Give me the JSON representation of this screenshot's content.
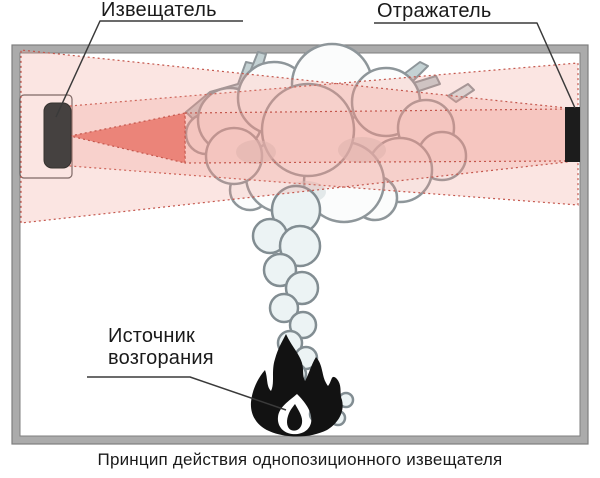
{
  "labels": {
    "detector": "Извещатель",
    "reflector": "Отражатель",
    "fire_source_line1": "Источник",
    "fire_source_line2": "возгорания"
  },
  "caption": "Принцип действия однопозиционного извещателя",
  "colors": {
    "wall_fill": "#ababab",
    "wall_edge": "#7f7f7f",
    "detector_body": "#454140",
    "reflector_body": "#1c1c1c",
    "beam_red": "#e97d72",
    "beam_pink": "#ee9689",
    "beam_dotted_border": "#c4574d",
    "smoke_outline": "#8e969a",
    "smoke_fill": "#fbfcfc",
    "smoke_column_fill": "#ecf3f4",
    "smoke_wisp_fill": "#c4d2d4",
    "flame": "#121212",
    "leader_line": "#3a3a3a",
    "text": "#1a1a1a"
  }
}
